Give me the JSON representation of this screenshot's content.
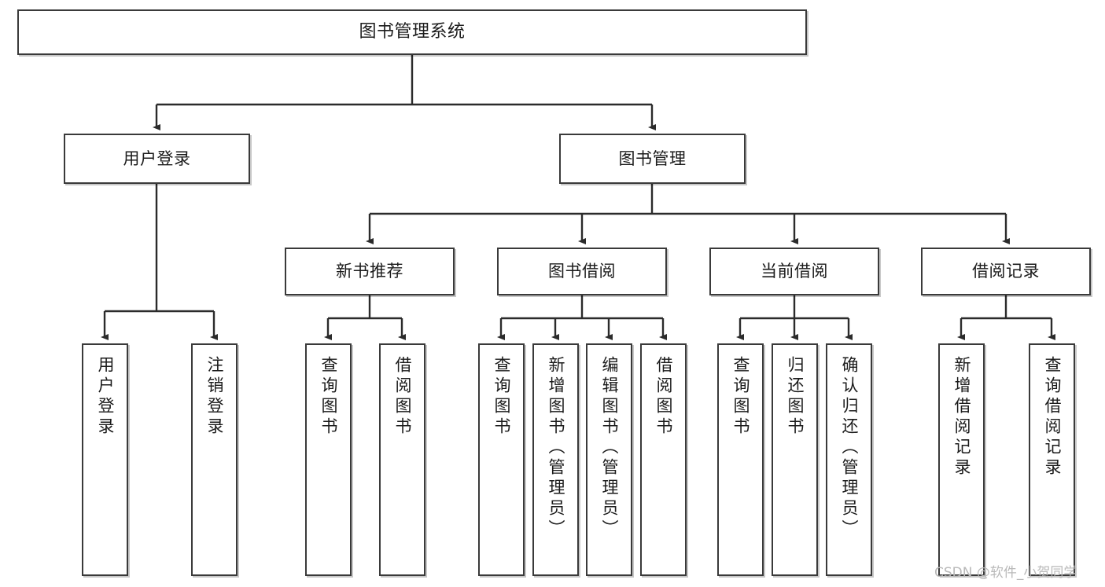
{
  "diagram": {
    "type": "tree-hierarchy-flowchart",
    "title": "图书管理系统",
    "watermark": "CSDN @软件_小贺同学",
    "colors": {
      "background": "#ffffff",
      "node_border": "#3a3a3a",
      "node_fill": "#ffffff",
      "connector": "#2b2b2b",
      "text": "#1b1b1b",
      "watermark": "#b9b9b9"
    },
    "nodes": {
      "root": {
        "label": "图书管理系统"
      },
      "level2": [
        {
          "id": "user-login",
          "label": "用户登录"
        },
        {
          "id": "book-management",
          "label": "图书管理"
        }
      ],
      "level3": [
        {
          "id": "new-book-recommend",
          "label": "新书推荐"
        },
        {
          "id": "book-borrow",
          "label": "图书借阅"
        },
        {
          "id": "current-borrow",
          "label": "当前借阅"
        },
        {
          "id": "borrow-record",
          "label": "借阅记录"
        }
      ],
      "leaves": [
        {
          "id": "leaf-user-login",
          "label": "用户登录",
          "parent": "user-login"
        },
        {
          "id": "leaf-logout",
          "label": "注销登录",
          "parent": "user-login"
        },
        {
          "id": "leaf-query-book-1",
          "label": "查询图书",
          "parent": "new-book-recommend"
        },
        {
          "id": "leaf-borrow-book-1",
          "label": "借阅图书",
          "parent": "new-book-recommend"
        },
        {
          "id": "leaf-query-book-2",
          "label": "查询图书",
          "parent": "book-borrow"
        },
        {
          "id": "leaf-add-book",
          "label": "新增图书（管理员）",
          "parent": "book-borrow"
        },
        {
          "id": "leaf-edit-book",
          "label": "编辑图书（管理员）",
          "parent": "book-borrow"
        },
        {
          "id": "leaf-borrow-book-2",
          "label": "借阅图书",
          "parent": "book-borrow"
        },
        {
          "id": "leaf-query-book-3",
          "label": "查询图书",
          "parent": "current-borrow"
        },
        {
          "id": "leaf-return-book",
          "label": "归还图书",
          "parent": "current-borrow"
        },
        {
          "id": "leaf-confirm-return",
          "label": "确认归还（管理员）",
          "parent": "current-borrow"
        },
        {
          "id": "leaf-add-record",
          "label": "新增借阅记录",
          "parent": "borrow-record"
        },
        {
          "id": "leaf-query-record",
          "label": "查询借阅记录",
          "parent": "borrow-record"
        }
      ]
    }
  }
}
